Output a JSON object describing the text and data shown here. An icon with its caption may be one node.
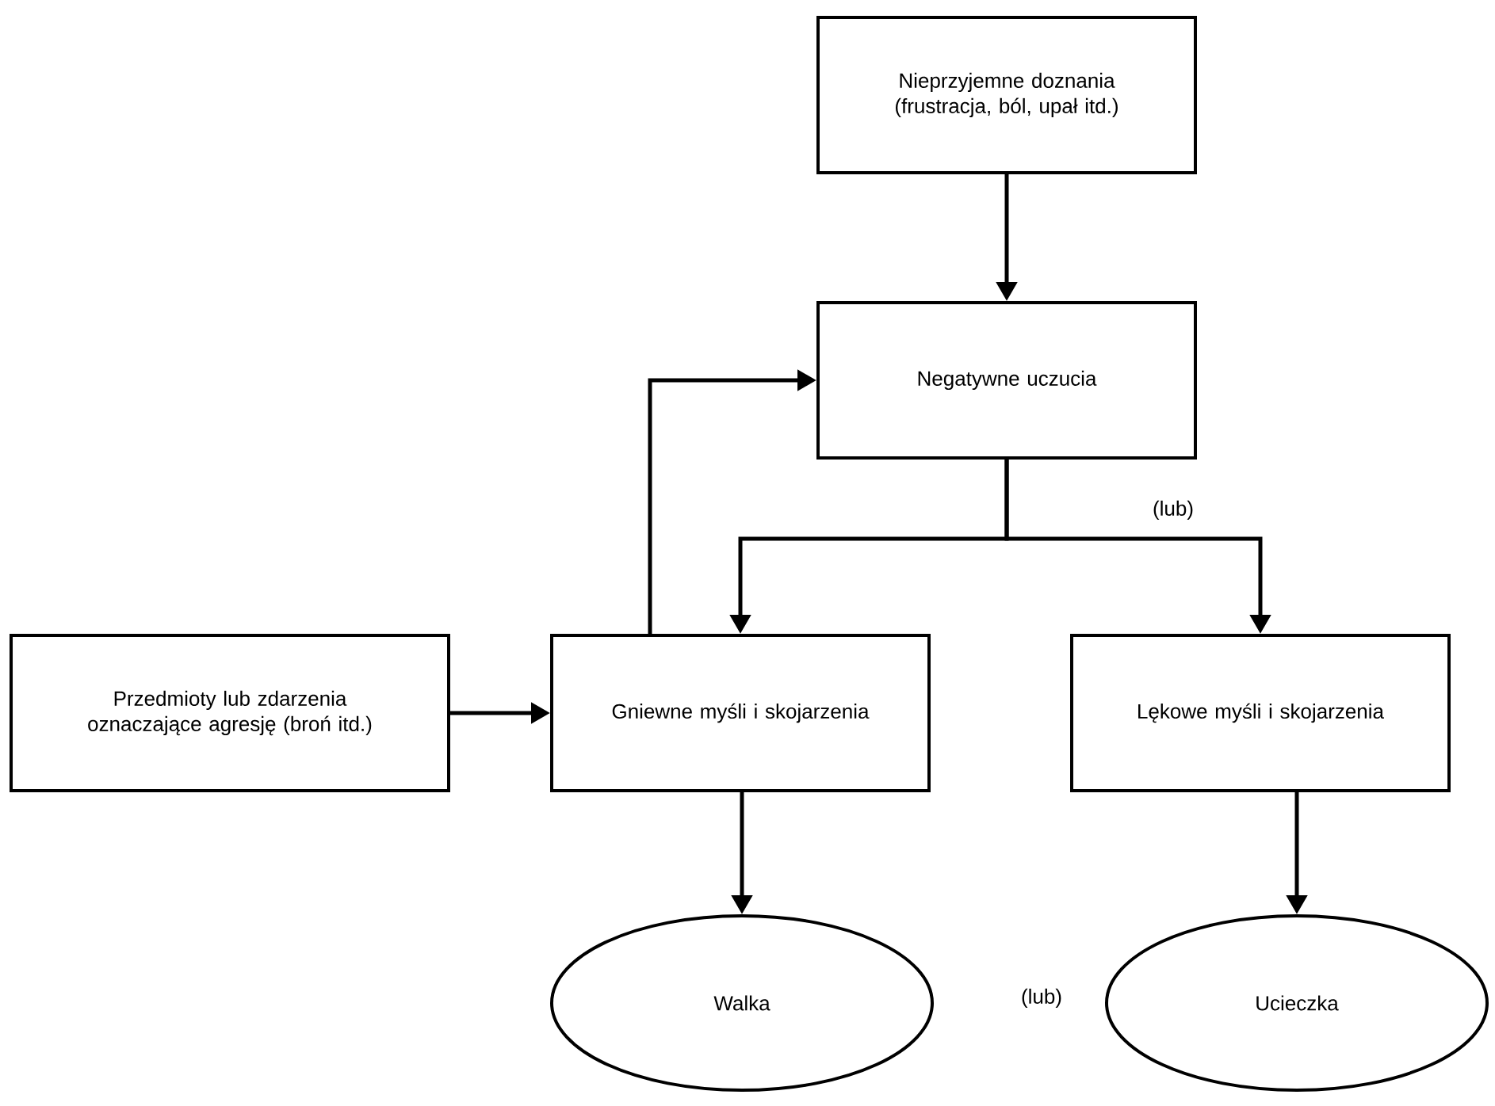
{
  "diagram": {
    "nodes": [
      {
        "text": [
          "Nieprzyjemne doznania (frustracja, ból, upał itd.)"
        ]
      },
      {
        "text": [
          "Negatywne uczucia"
        ]
      },
      {
        "text": [
          "Przedmioty lub zdarzenia oznaczające agresję (broń itd.)"
        ]
      },
      {
        "text": [
          "Gniewne myśli i skojarzenia"
        ]
      },
      {
        "text": [
          "Lękowe myśli i skojarzenia"
        ]
      },
      {
        "text": [
          "Walka"
        ]
      },
      {
        "text": [
          "Ucieczka"
        ]
      }
    ],
    "edges": [
      {
        "from": 0,
        "to": 1,
        "arrow": "to"
      },
      {
        "from": 1,
        "to": 3,
        "arrow": "to"
      },
      {
        "from": 1,
        "to": 4,
        "arrow": "to"
      },
      {
        "from": 3,
        "to": 1,
        "arrow": "to"
      },
      {
        "from": 2,
        "to": 3,
        "arrow": "to"
      },
      {
        "from": 3,
        "to": 5,
        "arrow": "to"
      },
      {
        "from": 4,
        "to": 6,
        "arrow": "to"
      }
    ],
    "labels": [
      "(lub)",
      "(lub)"
    ]
  }
}
